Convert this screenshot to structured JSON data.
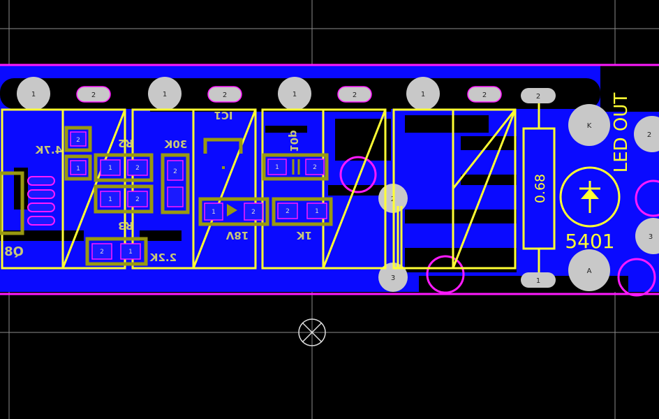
{
  "colors": {
    "background": "#000000",
    "grid": "#8c8c8c",
    "board_outline": "#ff1aff",
    "copper_bottom": "#0a0aff",
    "silkscreen_top": "#ffff33",
    "silkscreen_bottom": "#999910",
    "pad": "#c8c8c8",
    "smd_pad": "#1a1aff",
    "hole_ring": "#ff1aff"
  },
  "icons": {
    "origin_marker": "crosshair-circle-icon",
    "diode_symbol": "diode-icon"
  },
  "silkscreen_top": {
    "led_out": "LED OUT",
    "resistor_value": "0.68",
    "diode_part": "5401"
  },
  "silkscreen_bottom": {
    "r_value_a": "4.7K",
    "r_label_a": "R2",
    "r_value_b": "30K",
    "r_label_b": "R3",
    "r_value_c": "2.2K",
    "ic_label": "IC1",
    "diode_value": "18V",
    "c_value": "10p",
    "r_value_d": "1K",
    "part_q": "Q8"
  },
  "pads": {
    "p1": "1",
    "p2": "2",
    "p3": "3",
    "k": "K",
    "a": "A"
  }
}
